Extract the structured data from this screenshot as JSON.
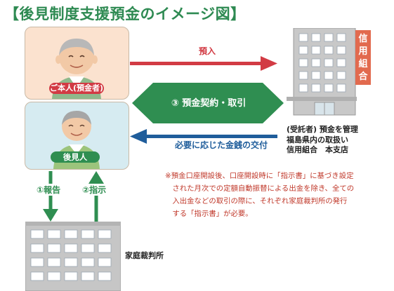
{
  "title": "【後見制度支援預金のイメージ図】",
  "principal": {
    "label": "ご本人(預金者)"
  },
  "guardian": {
    "label": "後見人"
  },
  "bank": {
    "sign": "信用組合"
  },
  "arrows": {
    "deposit": "預入",
    "contract": "③ 預金契約・取引",
    "payout": "必要に応じた金銭の交付",
    "report": "①報告",
    "instruction": "②指示"
  },
  "trustee_text": [
    "(受託者) 預金を管理",
    "福島県内の取扱い",
    "信用組合　本支店"
  ],
  "note_lines": [
    "※預金口座開設後、口座開設時に「指示書」に基づき設定",
    "　された月次での定額自動振替による出金を除き、全ての",
    "　入出金などの取引の際に、それぞれ家庭裁判所の発行",
    "　する「指示書」が必要。"
  ],
  "court": {
    "label": "家庭裁判所"
  },
  "colors": {
    "green": "#2f8e51",
    "red": "#d23b44",
    "blue": "#1f5d9b"
  }
}
